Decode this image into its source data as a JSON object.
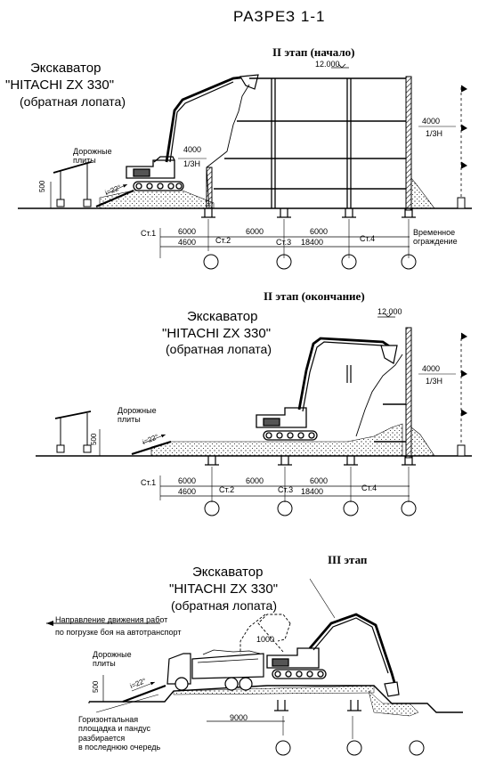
{
  "title": "РАЗРЕЗ 1-1",
  "section1": {
    "stage": "II этап (начало)",
    "excavator_line1": "Экскаватор",
    "excavator_line2": "\"HITACHI ZX 330\"",
    "excavator_line3": "(обратная лопата)",
    "slabs": "Дорожные\nплиты",
    "height_500": "500",
    "angle": "i=22°",
    "elev_12000": "12.000",
    "dim_4000_right": "4000",
    "dim_1_3h_right": "1/3H",
    "dim_4000_mid": "4000",
    "dim_1_3h_mid": "1/3H",
    "dim_6000_a": "6000",
    "dim_6000_b": "6000",
    "dim_6000_c": "6000",
    "dim_4600": "4600",
    "dim_18400": "18400",
    "st1": "Ст.1",
    "st2": "Ст.2",
    "st3": "Ст.3",
    "st4": "Ст.4",
    "temp_fence": "Временное\nограждение"
  },
  "section2": {
    "stage": "II этап (окончание)",
    "excavator_line1": "Экскаватор",
    "excavator_line2": "\"HITACHI ZX 330\"",
    "excavator_line3": "(обратная лопата)",
    "slabs": "Дорожные\nплиты",
    "height_500": "500",
    "angle": "i=22°",
    "elev_12000": "12.000",
    "dim_4000": "4000",
    "dim_1_3h": "1/3H",
    "dim_6000_a": "6000",
    "dim_6000_b": "6000",
    "dim_6000_c": "6000",
    "dim_4600": "4600",
    "dim_18400": "18400",
    "st1": "Ст.1",
    "st2": "Ст.2",
    "st3": "Ст.3",
    "st4": "Ст.4"
  },
  "section3": {
    "stage": "III этап",
    "excavator_line1": "Экскаватор",
    "excavator_line2": "\"HITACHI ZX 330\"",
    "excavator_line3": "(обратная лопата)",
    "direction": "Направление движения работ\nпо погрузке боя на автотранспорт",
    "slabs": "Дорожные\nплиты",
    "height_500": "500",
    "angle": "i=22°",
    "dim_1000": "1000",
    "dim_9000": "9000",
    "note": "Горизонтальная\nплощадка и пандус\nразбирается\nв последнюю очередь"
  }
}
